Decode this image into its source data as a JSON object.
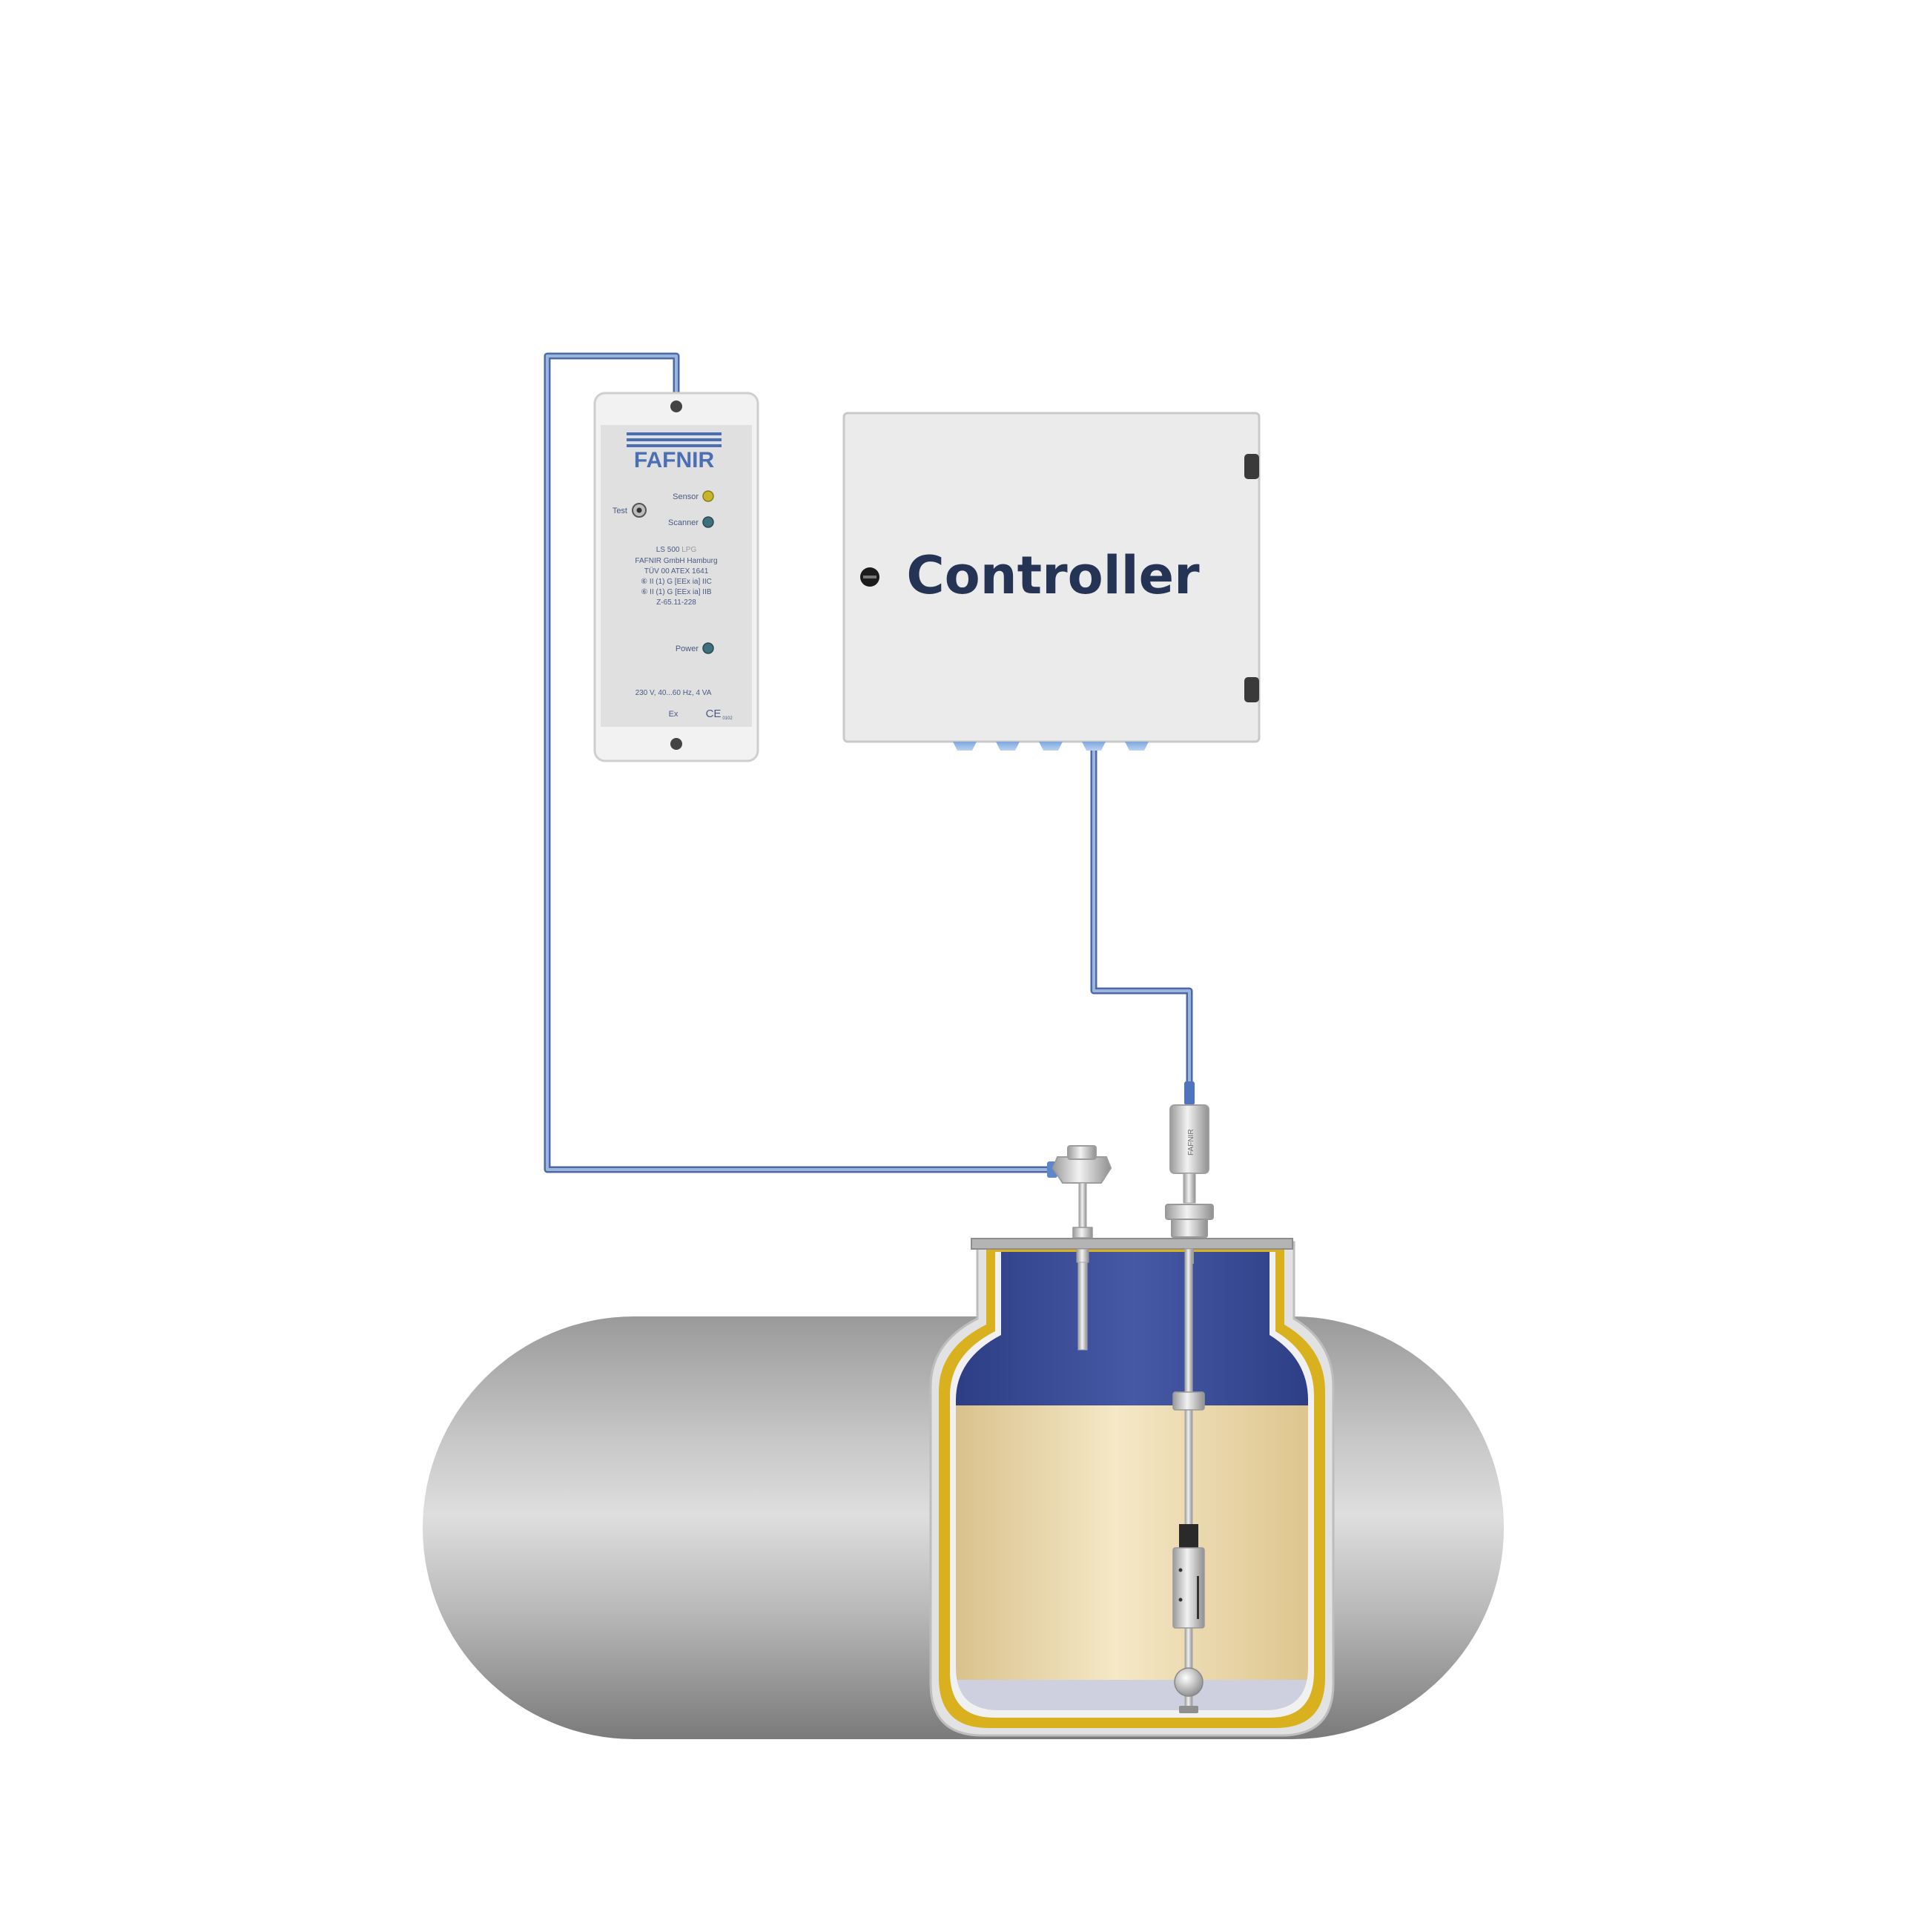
{
  "diagram": {
    "controller": {
      "label": "Controller"
    },
    "detector": {
      "brand": "FAFNIR",
      "indicators": [
        {
          "label": "Sensor",
          "color": "#c9b52a"
        },
        {
          "label": "Scanner",
          "color": "#3f6f7a"
        },
        {
          "label": "Power",
          "color": "#3f6f7a"
        }
      ],
      "test_label": "Test",
      "model": "LS 500",
      "model_suffix": "LPG",
      "spec_lines": [
        "FAFNIR GmbH Hamburg",
        "TÜV 00 ATEX 1641",
        "⑥ II (1) G [EEx ia] IIC",
        "⑥ II (1) G [EEx ia] IIB",
        "Z-65.11-228"
      ],
      "power_spec": "230 V, 40...60 Hz, 4 VA",
      "ex_mark": "Ex",
      "ce_mark": "CE",
      "ce_number": "0102"
    },
    "probe": {
      "label": "FAFNIR"
    },
    "colors": {
      "cable": "#6f8fc8",
      "brand_blue": "#4a6fb5",
      "tank_gas": "#3a4f98",
      "tank_liquid": "#efdcae",
      "tank_wall": "#d9b11f",
      "controller_text": "#253454"
    }
  }
}
